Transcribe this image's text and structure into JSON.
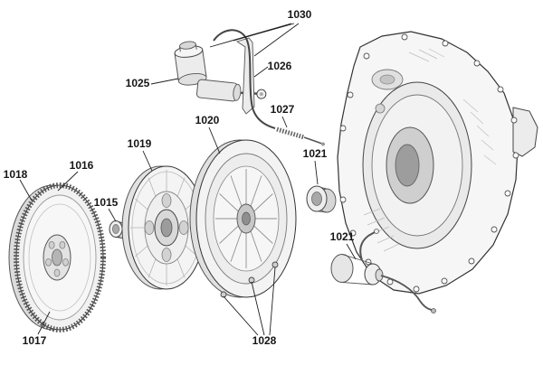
{
  "diagram": {
    "labels": {
      "l1030": "1030",
      "l1026": "1026",
      "l1025": "1025",
      "l1027": "1027",
      "l1020": "1020",
      "l1019": "1019",
      "l1016": "1016",
      "l1018": "1018",
      "l1015": "1015",
      "l1021_upper": "1021",
      "l1021_lower": "1021",
      "l1017": "1017",
      "l1028": "1028"
    }
  }
}
